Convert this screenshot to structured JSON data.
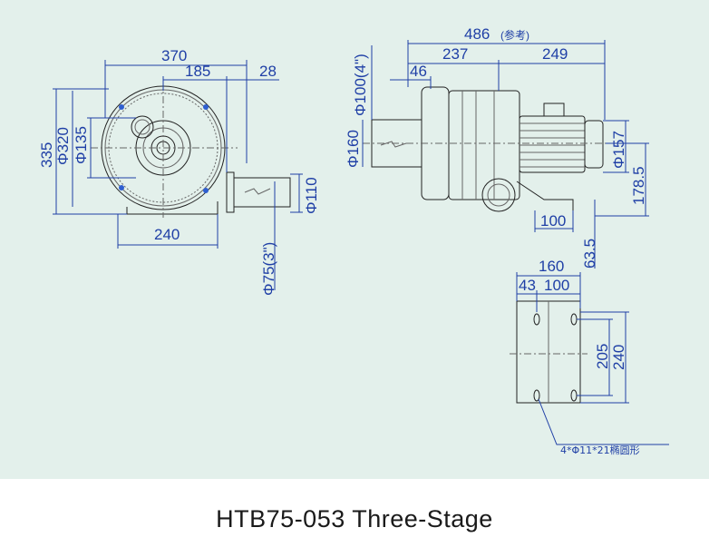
{
  "caption": "HTB75-053 Three-Stage",
  "colors": {
    "panel": "#e3f0eb",
    "dimension": "#1f3fa6",
    "outline": "#222222"
  },
  "front_view": {
    "width_370": "370",
    "half_185": "185",
    "flange_28": "28",
    "height_335": "335",
    "dia_320": "Φ320",
    "dia_135": "Φ135",
    "dia_110": "Φ110",
    "base_240": "240",
    "outlet_75": "Φ75(3\")"
  },
  "side_view": {
    "total_486": "486",
    "reference": "(参考)",
    "d237": "237",
    "d249": "249",
    "d46": "46",
    "inlet_100": "Φ100(4\")",
    "dia_160": "Φ160",
    "dia_157": "Φ157",
    "h178_5": "178.5",
    "d100": "100",
    "d63_5": "63.5"
  },
  "base_view": {
    "d160": "160",
    "d43": "43",
    "d100": "100",
    "d205": "205",
    "d240": "240",
    "hole_note": "4*Φ11*21椭圆形"
  }
}
